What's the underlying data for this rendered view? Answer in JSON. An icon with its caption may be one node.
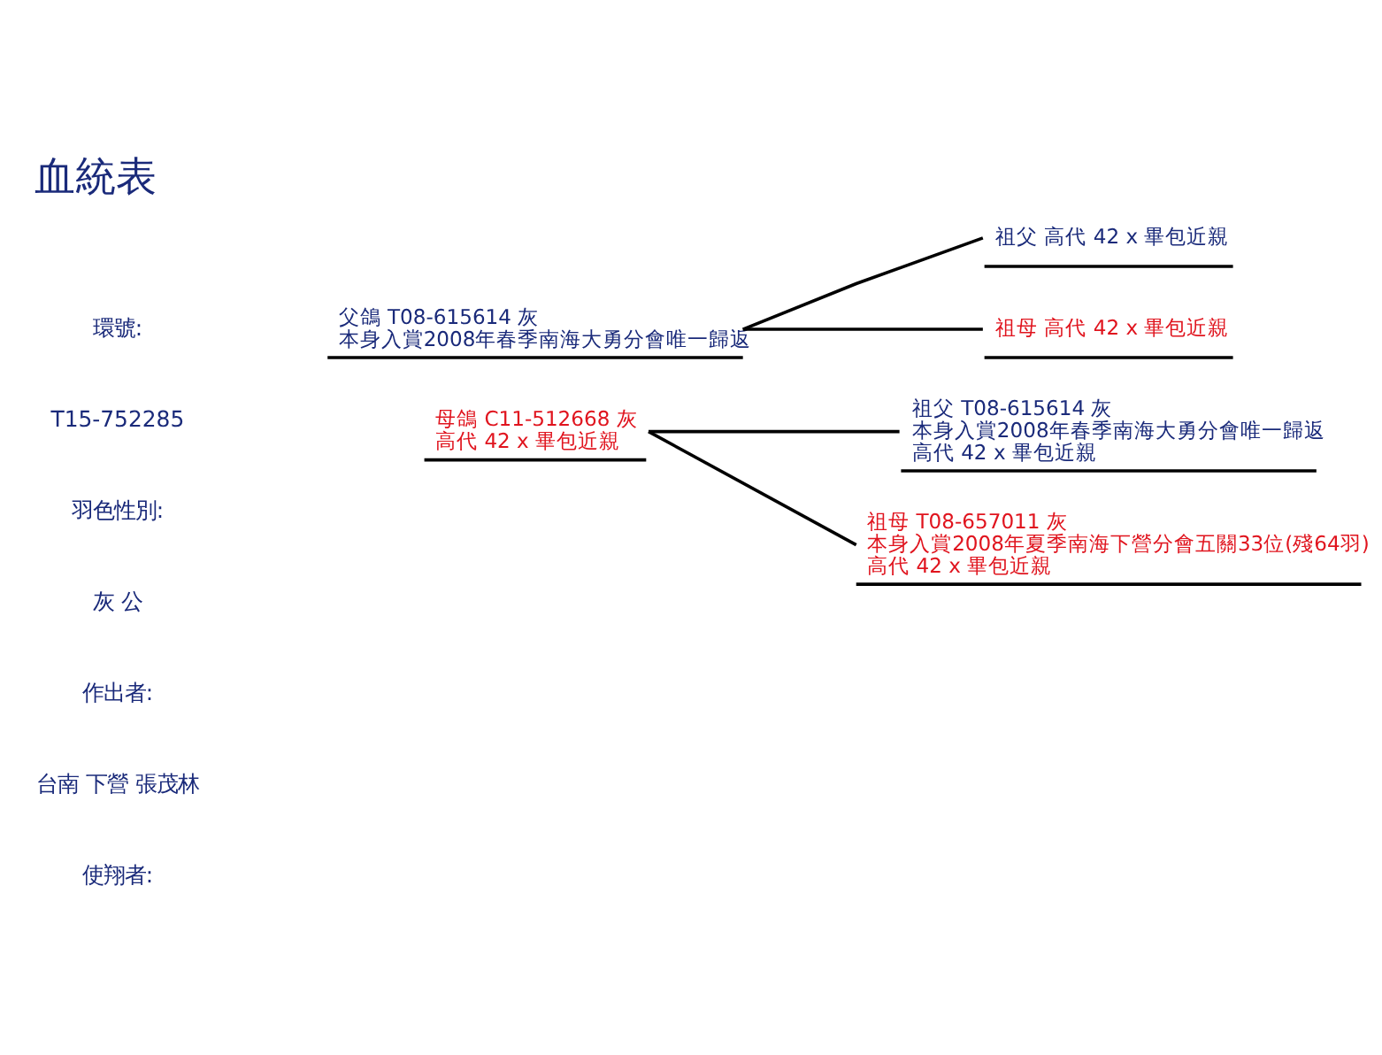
{
  "diagram": {
    "title": "血統表",
    "nodes": [
      {
        "text": [
          "父鴿 T08-615614 灰",
          "本身入賞2008年春季南海大勇分會唯一歸返"
        ]
      },
      {
        "text": [
          "祖父 高代 42 x 畢包近親"
        ]
      },
      {
        "text": [
          "祖母 高代 42 x 畢包近親"
        ]
      },
      {
        "text": [
          "母鴿 C11-512668 灰",
          "高代 42 x 畢包近親"
        ]
      },
      {
        "text": [
          "祖父 T08-615614 灰",
          "本身入賞2008年春季南海大勇分會唯一歸返",
          "高代 42 x 畢包近親"
        ]
      },
      {
        "text": [
          "祖母 T08-657011 灰",
          "本身入賞2008年夏季南海下營分會五關33位(殘64羽)",
          "高代 42 x 畢包近親"
        ]
      }
    ],
    "edges": [
      {
        "from": 0,
        "to": 1,
        "arrow": "none"
      },
      {
        "from": 0,
        "to": 2,
        "arrow": "none"
      },
      {
        "from": 3,
        "to": 4,
        "arrow": "none"
      },
      {
        "from": 3,
        "to": 5,
        "arrow": "none"
      }
    ],
    "labels": [
      "環號:",
      "T15-752285",
      "羽色性別:",
      "灰 公",
      "作出者:",
      "台南 下營 張茂林",
      "使翔者:"
    ]
  }
}
